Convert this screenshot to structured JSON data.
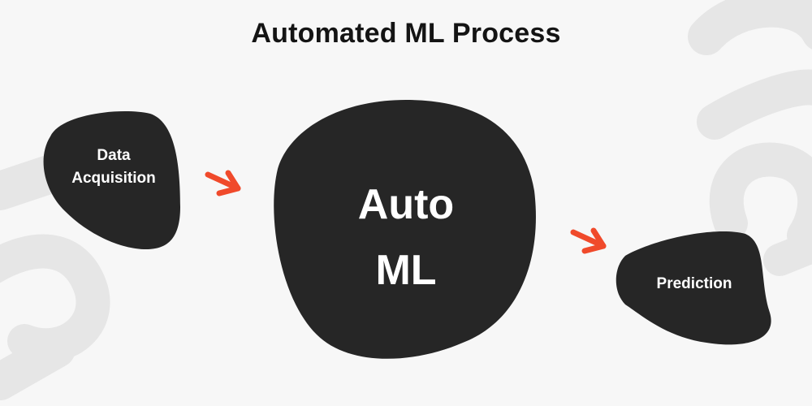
{
  "title": "Automated ML Process",
  "nodes": {
    "data_acquisition": "Data\nAcquisition",
    "automl": "Auto\nML",
    "prediction": "Prediction"
  },
  "colors": {
    "background": "#f7f7f7",
    "blob": "#262626",
    "arrow": "#f04a2b",
    "decor": "#e6e6e6",
    "title": "#141414"
  }
}
